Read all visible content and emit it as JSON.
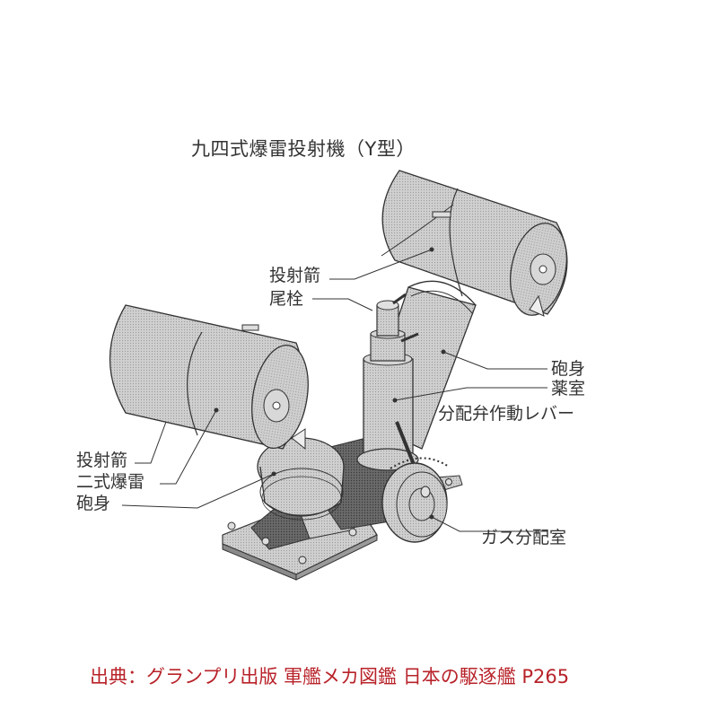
{
  "title": "九四式爆雷投射機（Y型）",
  "labels": {
    "right_arrow": "投射箭",
    "breech_plug": "尾栓",
    "right_barrel": "砲身",
    "powder_chamber": "薬室",
    "valve_lever": "分配弁作動レバー",
    "gas_chamber": "ガス分配室",
    "left_arrow": "投射箭",
    "depth_charge": "二式爆雷",
    "left_barrel": "砲身"
  },
  "caption": "出典：グランプリ出版 軍艦メカ図鑑 日本の駆逐艦 P265",
  "colors": {
    "caption": "#b8232a",
    "text": "#333333",
    "metal_light": "#c9c9c9",
    "metal_mid": "#a8a8a8",
    "metal_dark": "#5a5a5a",
    "line": "#3a3a3a"
  }
}
